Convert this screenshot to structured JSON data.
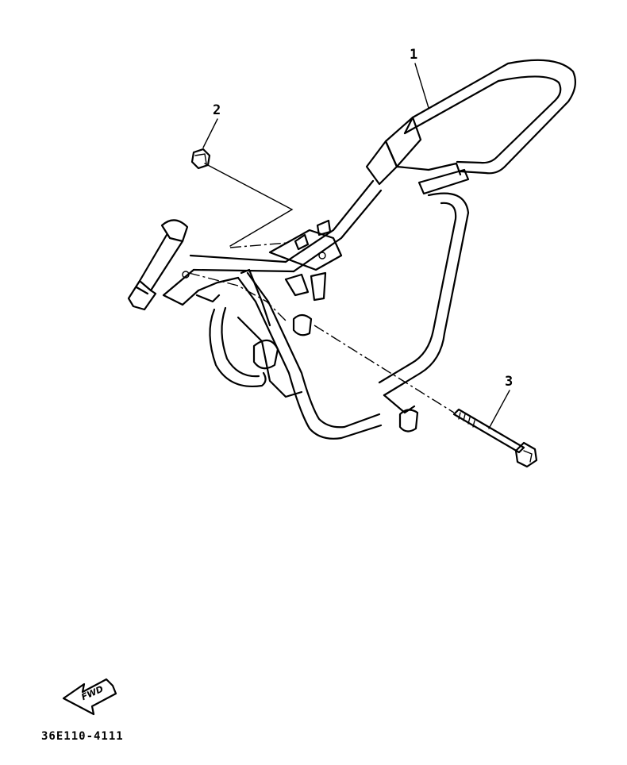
{
  "callouts": {
    "frame": "1",
    "nut": "2",
    "bolt": "3"
  },
  "direction_badge": {
    "label": "FWD"
  },
  "part_code": "36E110-4111"
}
